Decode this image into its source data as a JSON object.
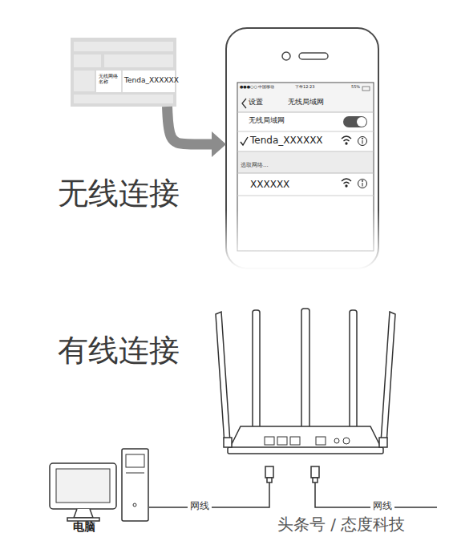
{
  "diagram": {
    "nodes": [
      {
        "text": [
          "无线网络名称",
          "Tenda_XXXXXX"
        ]
      },
      {
        "text": [
          "●●●○○ 中国移动",
          "下午12:23",
          "55%"
        ]
      },
      {
        "text": [
          "设置",
          "无线局域网"
        ],
        "in": 1
      },
      {
        "text": [
          "无线局域网"
        ],
        "in": 1
      },
      {
        "text": [
          "Tenda_XXXXXX"
        ],
        "in": 1
      },
      {
        "text": [
          "选取网络..."
        ],
        "in": 1
      },
      {
        "text": [
          "XXXXXX"
        ],
        "in": 1
      },
      {
        "text": [
          "电脑"
        ]
      }
    ],
    "edges": [
      {
        "from": 0,
        "to": 1,
        "arrow": "to"
      }
    ],
    "labels": [
      "无线连接",
      "有线连接",
      "网线",
      "网线",
      "头条号 / 态度科技"
    ]
  }
}
